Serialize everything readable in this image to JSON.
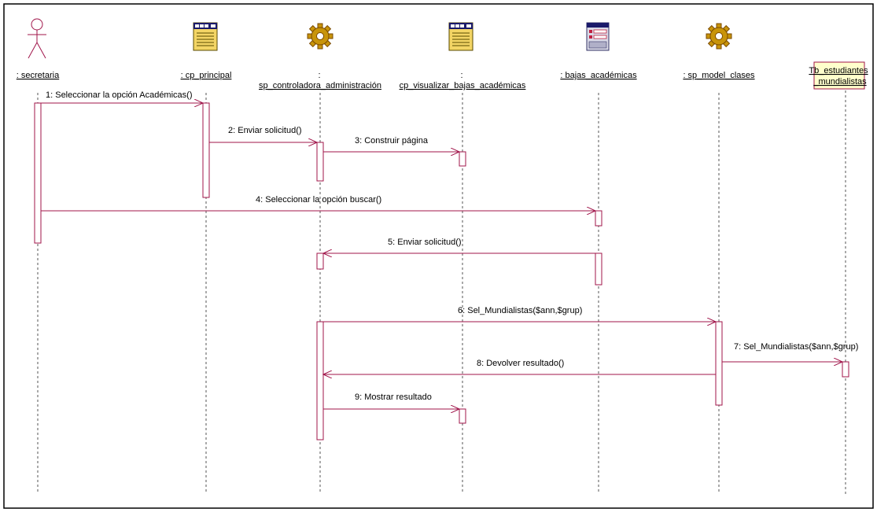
{
  "diagram": {
    "type": "sequence",
    "colors": {
      "line": "#a0154a",
      "lifeline": "#555555",
      "border": "#000000",
      "note_fill": "#ffffcc",
      "note_border": "#a0154a",
      "actor": "#a0154a",
      "gear": "#c8940a",
      "gear_dark": "#7a4a00",
      "page": "#f0d060",
      "page_header": "#1a1a6a"
    },
    "participants": [
      {
        "id": "p1",
        "kind": "actor",
        "icon": "actor-icon",
        "label": ": secretaria"
      },
      {
        "id": "p2",
        "kind": "boundary-page",
        "icon": "web-page-icon",
        "label": ": cp_principal"
      },
      {
        "id": "p3",
        "kind": "control",
        "icon": "gear-icon",
        "label_top": ":",
        "label": "sp_controladora_administración"
      },
      {
        "id": "p4",
        "kind": "boundary-page",
        "icon": "web-page-icon",
        "label_top": ":",
        "label": "cp_visualizar_bajas_académicas"
      },
      {
        "id": "p5",
        "kind": "boundary-form",
        "icon": "form-icon",
        "label": ": bajas_académicas"
      },
      {
        "id": "p6",
        "kind": "control",
        "icon": "gear-icon",
        "label": ": sp_model_clases"
      },
      {
        "id": "p7",
        "kind": "table",
        "icon": "",
        "label_lines": [
          "Tb_estudiantes",
          "_mundialistas"
        ]
      }
    ],
    "messages": [
      {
        "n": 1,
        "label": "1: Seleccionar la opción Académicas()"
      },
      {
        "n": 2,
        "label": "2: Enviar solicitud()"
      },
      {
        "n": 3,
        "label": "3: Construir página"
      },
      {
        "n": 4,
        "label": "4: Seleccionar la opción buscar()"
      },
      {
        "n": 5,
        "label": "5: Enviar solicitud()"
      },
      {
        "n": 6,
        "label": "6: Sel_Mundialistas($ann,$grup)"
      },
      {
        "n": 7,
        "label": "7: Sel_Mundialistas($ann,$grup)"
      },
      {
        "n": 8,
        "label": "8: Devolver resultado()"
      },
      {
        "n": 9,
        "label": "9: Mostrar resultado"
      }
    ]
  }
}
